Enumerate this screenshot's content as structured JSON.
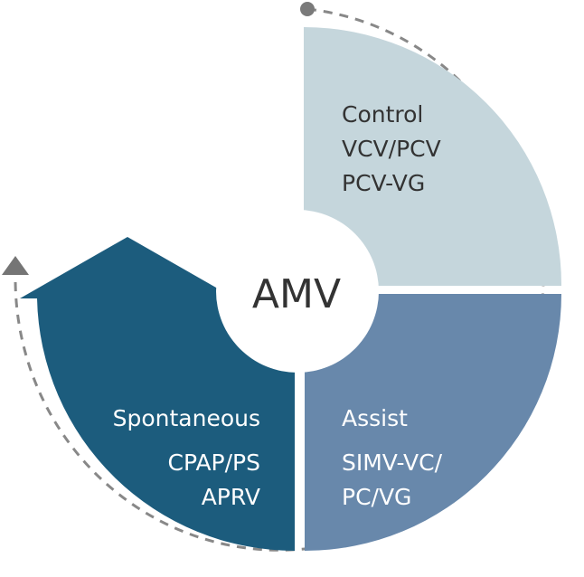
{
  "center": {
    "label": "AMV"
  },
  "segments": {
    "control": {
      "title": "Control",
      "modes": [
        "VCV/PCV",
        "PCV-VG"
      ],
      "color": "#c5d6dc"
    },
    "assist": {
      "title": "Assist",
      "modes": [
        "SIMV-VC/",
        "PC/VG"
      ],
      "color": "#6888ab"
    },
    "spontaneous": {
      "title": "Spontaneous",
      "modes": [
        "CPAP/PS",
        "APRV"
      ],
      "color": "#1c5c7d"
    }
  },
  "ring": {
    "color": "#888888",
    "start_marker_color": "#7a7a7a",
    "arrow_color": "#757575"
  }
}
